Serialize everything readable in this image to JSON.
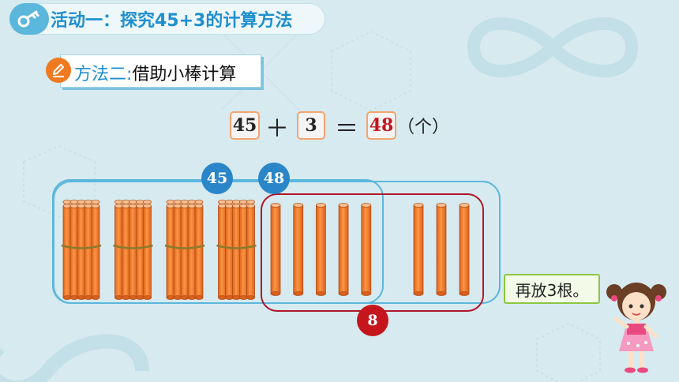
{
  "title": {
    "text": "活动一：探究45+3的计算方法",
    "icon": "key-icon"
  },
  "method": {
    "prefix": "方法二:",
    "text": "借助小棒计算",
    "icon": "pencil-icon"
  },
  "equation": {
    "addend1": "45",
    "plus": "＋",
    "addend2": "3",
    "equals": "＝",
    "result": "48",
    "unit": "（个）"
  },
  "badges": {
    "group_a": "45",
    "group_b": "48",
    "ones": "8"
  },
  "speech": "再放3根。",
  "colors": {
    "background": "#d7eaf0",
    "title_blue": "#1e8fcf",
    "bundle_orange": "#f07a21",
    "result_red": "#c4161c",
    "outline_blue": "#5cb7dc",
    "outline_red": "#b0182a",
    "bubble_green": "#8cc63f"
  },
  "sticks": {
    "bundles": 4,
    "single_sticks": 5,
    "added_sticks": 3
  }
}
